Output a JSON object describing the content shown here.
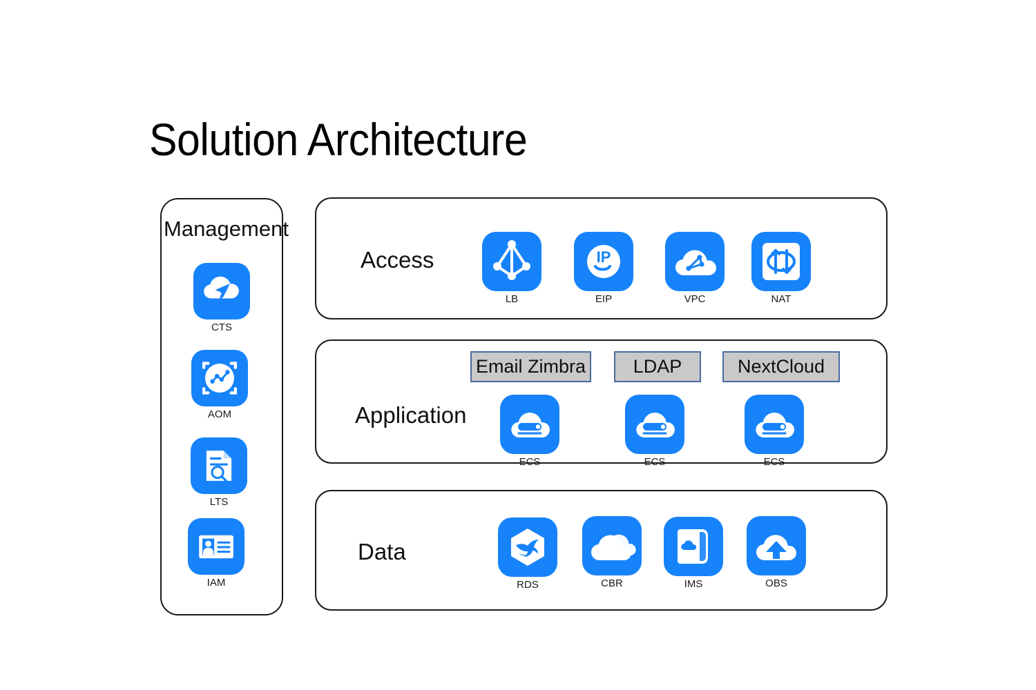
{
  "page": {
    "title": "Solution Architecture",
    "background": "#ffffff",
    "accent_blue": "#1683fa",
    "chip_fill": "#c9c9c9",
    "chip_border": "#4a6b9e",
    "panel_border": "#1a1a1a"
  },
  "management": {
    "title": "Management",
    "items": [
      {
        "label": "CTS",
        "icon": "cts-cloud-trace-icon"
      },
      {
        "label": "AOM",
        "icon": "aom-monitor-chart-icon"
      },
      {
        "label": "LTS",
        "icon": "lts-log-search-icon"
      },
      {
        "label": "IAM",
        "icon": "iam-id-card-icon"
      }
    ]
  },
  "layers": [
    {
      "name": "access",
      "label": "Access",
      "items": [
        {
          "label": "LB",
          "icon": "load-balancer-icon"
        },
        {
          "label": "EIP",
          "icon": "elastic-ip-icon"
        },
        {
          "label": "VPC",
          "icon": "vpc-cloud-network-icon"
        },
        {
          "label": "NAT",
          "icon": "nat-gateway-icon"
        }
      ]
    },
    {
      "name": "application",
      "label": "Application",
      "chips": [
        {
          "label": "Email Zimbra"
        },
        {
          "label": "LDAP"
        },
        {
          "label": "NextCloud"
        }
      ],
      "items": [
        {
          "label": "ECS",
          "icon": "ecs-server-cloud-icon"
        },
        {
          "label": "ECS",
          "icon": "ecs-server-cloud-icon"
        },
        {
          "label": "ECS",
          "icon": "ecs-server-cloud-icon"
        }
      ]
    },
    {
      "name": "data",
      "label": "Data",
      "items": [
        {
          "label": "RDS",
          "icon": "rds-dolphin-database-icon"
        },
        {
          "label": "CBR",
          "icon": "cbr-double-cloud-backup-icon"
        },
        {
          "label": "IMS",
          "icon": "ims-image-pages-icon"
        },
        {
          "label": "OBS",
          "icon": "obs-cloud-upload-icon"
        }
      ]
    }
  ]
}
